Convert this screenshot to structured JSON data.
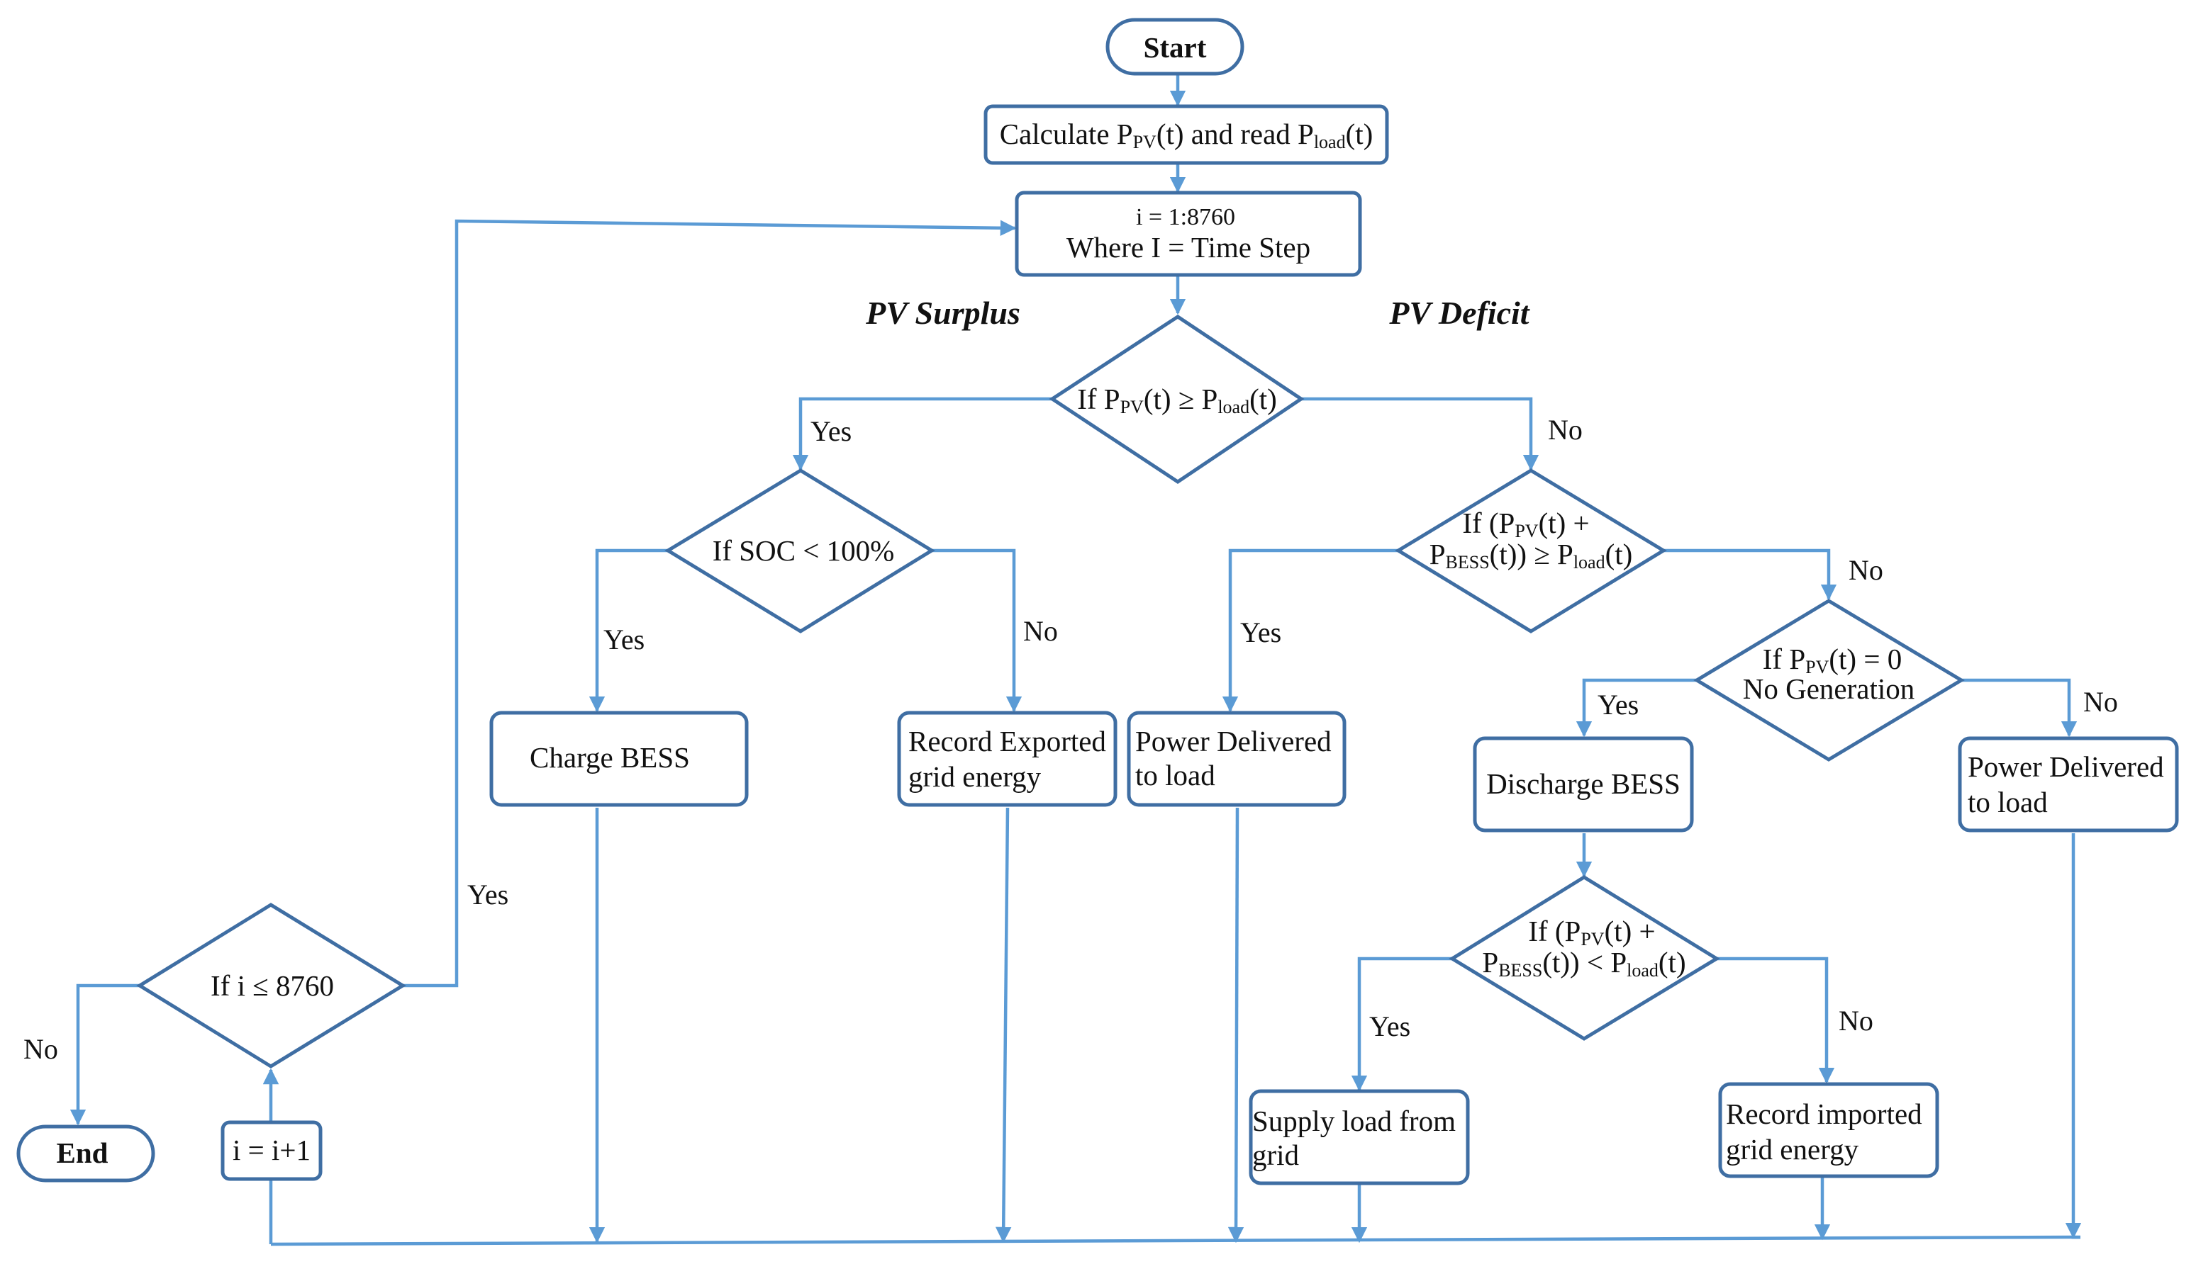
{
  "colors": {
    "node_border": "#3f6ea3",
    "connector": "#5b9bd5",
    "text": "#111111",
    "background": "#ffffff"
  },
  "sections": {
    "pv_surplus": "PV Surplus",
    "pv_deficit": "PV Deficit"
  },
  "nodes": {
    "start": "Start",
    "end": "End",
    "calculate": {
      "p1": "Calculate P",
      "s1": "PV",
      "p2": "(t) and read P",
      "s2": "load",
      "p3": "(t)"
    },
    "loop_init": {
      "line1": "i = 1:8760",
      "line2": "Where I = Time Step"
    },
    "decision_main": {
      "p1": "If P",
      "s1": "PV",
      "p2": "(t) ≥ P",
      "s2": "load",
      "p3": "(t)"
    },
    "decision_soc": "If SOC < 100%",
    "decision_bess": {
      "l1p1": "If (P",
      "l1s1": "PV",
      "l1p2": "(t) +",
      "l2p1": "P",
      "l2s1": "BESS",
      "l2p2": "(t)) ≥ P",
      "l2s2": "load",
      "l2p3": "(t)"
    },
    "decision_zero": {
      "l1p1": "If P",
      "l1s1": "PV",
      "l1p2": "(t) = 0",
      "l2": "No Generation"
    },
    "decision_import": {
      "l1p1": "If (P",
      "l1s1": "PV",
      "l1p2": "(t) +",
      "l2p1": "P",
      "l2s1": "BESS",
      "l2p2": "(t)) < P",
      "l2s2": "load",
      "l2p3": "(t)"
    },
    "decision_loop": "If i ≤ 8760",
    "charge_bess": "Charge BESS",
    "record_exported": {
      "line1": "Record Exported",
      "line2": "grid energy"
    },
    "power_delivered_1": {
      "line1": "Power Delivered",
      "line2": "to load"
    },
    "discharge_bess": "Discharge BESS",
    "power_delivered_2": {
      "line1": "Power Delivered",
      "line2": "to load"
    },
    "supply_grid": {
      "line1": "Supply load from",
      "line2": "grid"
    },
    "record_imported": {
      "line1": "Record imported",
      "line2": "grid energy"
    },
    "increment": "i = i+1"
  },
  "edge_labels": {
    "main_yes": "Yes",
    "main_no": "No",
    "soc_yes": "Yes",
    "soc_no": "No",
    "bess_yes": "Yes",
    "bess_no": "No",
    "zero_yes": "Yes",
    "zero_no": "No",
    "import_yes": "Yes",
    "import_no": "No",
    "loop_yes": "Yes",
    "loop_no": "No"
  }
}
